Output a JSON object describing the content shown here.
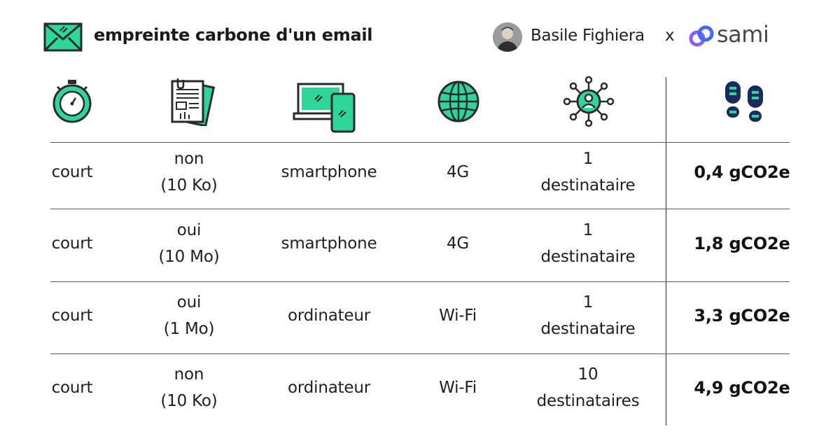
{
  "header": {
    "title": "empreinte carbone d'un email",
    "author": "Basile Fighiera",
    "separator": "x",
    "partner": "sami"
  },
  "icons": [
    "envelope-icon",
    "stopwatch-icon",
    "document-icon",
    "devices-icon",
    "globe-icon",
    "network-icon",
    "footprints-icon"
  ],
  "colors": {
    "accent": "#2ed69a",
    "dark": "#2a2a2a",
    "navy": "#1b2a5e",
    "sami_purple": "#8e5cf5",
    "sami_blue": "#3d6bff"
  },
  "rows": [
    {
      "duree": "court",
      "pj_line1": "non",
      "pj_line2": "(10 Ko)",
      "device": "smartphone",
      "network": "4G",
      "dest_line1": "1",
      "dest_line2": "destinataire",
      "total": "0,4 gCO2e"
    },
    {
      "duree": "court",
      "pj_line1": "oui",
      "pj_line2": "(10 Mo)",
      "device": "smartphone",
      "network": "4G",
      "dest_line1": "1",
      "dest_line2": "destinataire",
      "total": "1,8 gCO2e"
    },
    {
      "duree": "court",
      "pj_line1": "oui",
      "pj_line2": "(1 Mo)",
      "device": "ordinateur",
      "network": "Wi-Fi",
      "dest_line1": "1",
      "dest_line2": "destinataire",
      "total": "3,3 gCO2e"
    },
    {
      "duree": "court",
      "pj_line1": "non",
      "pj_line2": "(10 Ko)",
      "device": "ordinateur",
      "network": "Wi-Fi",
      "dest_line1": "10",
      "dest_line2": "destinataires",
      "total": "4,9 gCO2e"
    }
  ]
}
